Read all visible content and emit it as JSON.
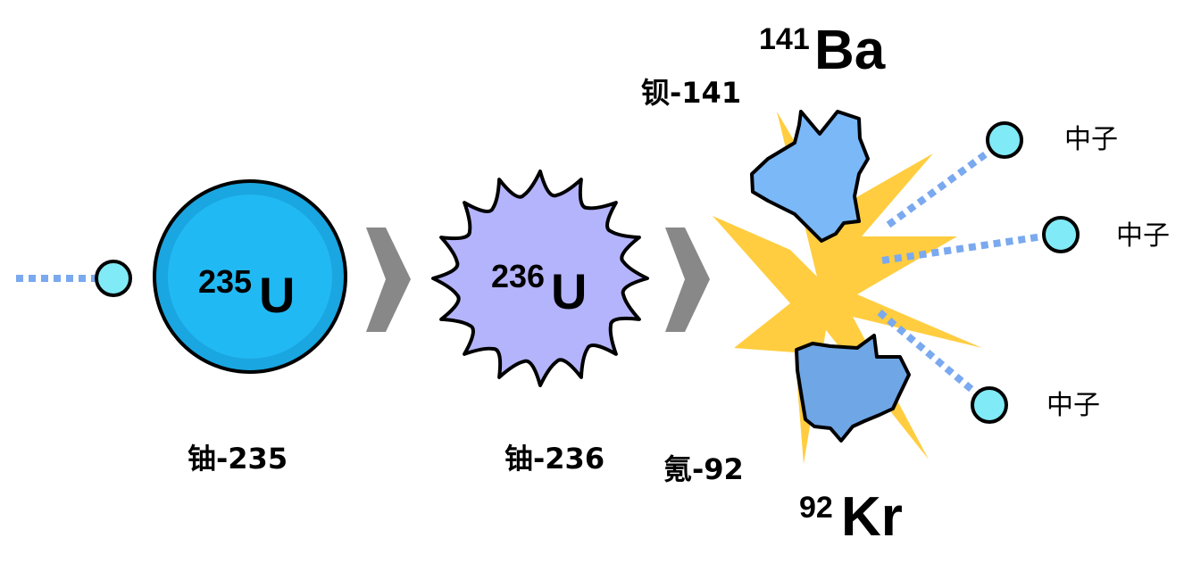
{
  "labels": {
    "u235_name": "铀-235",
    "u236_name": "铀-236",
    "ba_name": "钡-141",
    "kr_name": "氪-92",
    "neutron": "中子"
  },
  "symbols": {
    "u235": {
      "mass": "235",
      "element": "U"
    },
    "u236": {
      "mass": "236",
      "element": "U"
    },
    "ba": {
      "mass": "141",
      "element": "Ba"
    },
    "kr": {
      "mass": "92",
      "element": "Kr"
    }
  },
  "colors": {
    "u235": "#1fb4ee",
    "u236": "#b4b4fc",
    "ba": "#7ab8f8",
    "kr": "#6ea6e6",
    "neutron": "#80eaf6",
    "explosion": "#ffcd3f",
    "arrow": "#888888",
    "trail": "#7aa9ef"
  }
}
